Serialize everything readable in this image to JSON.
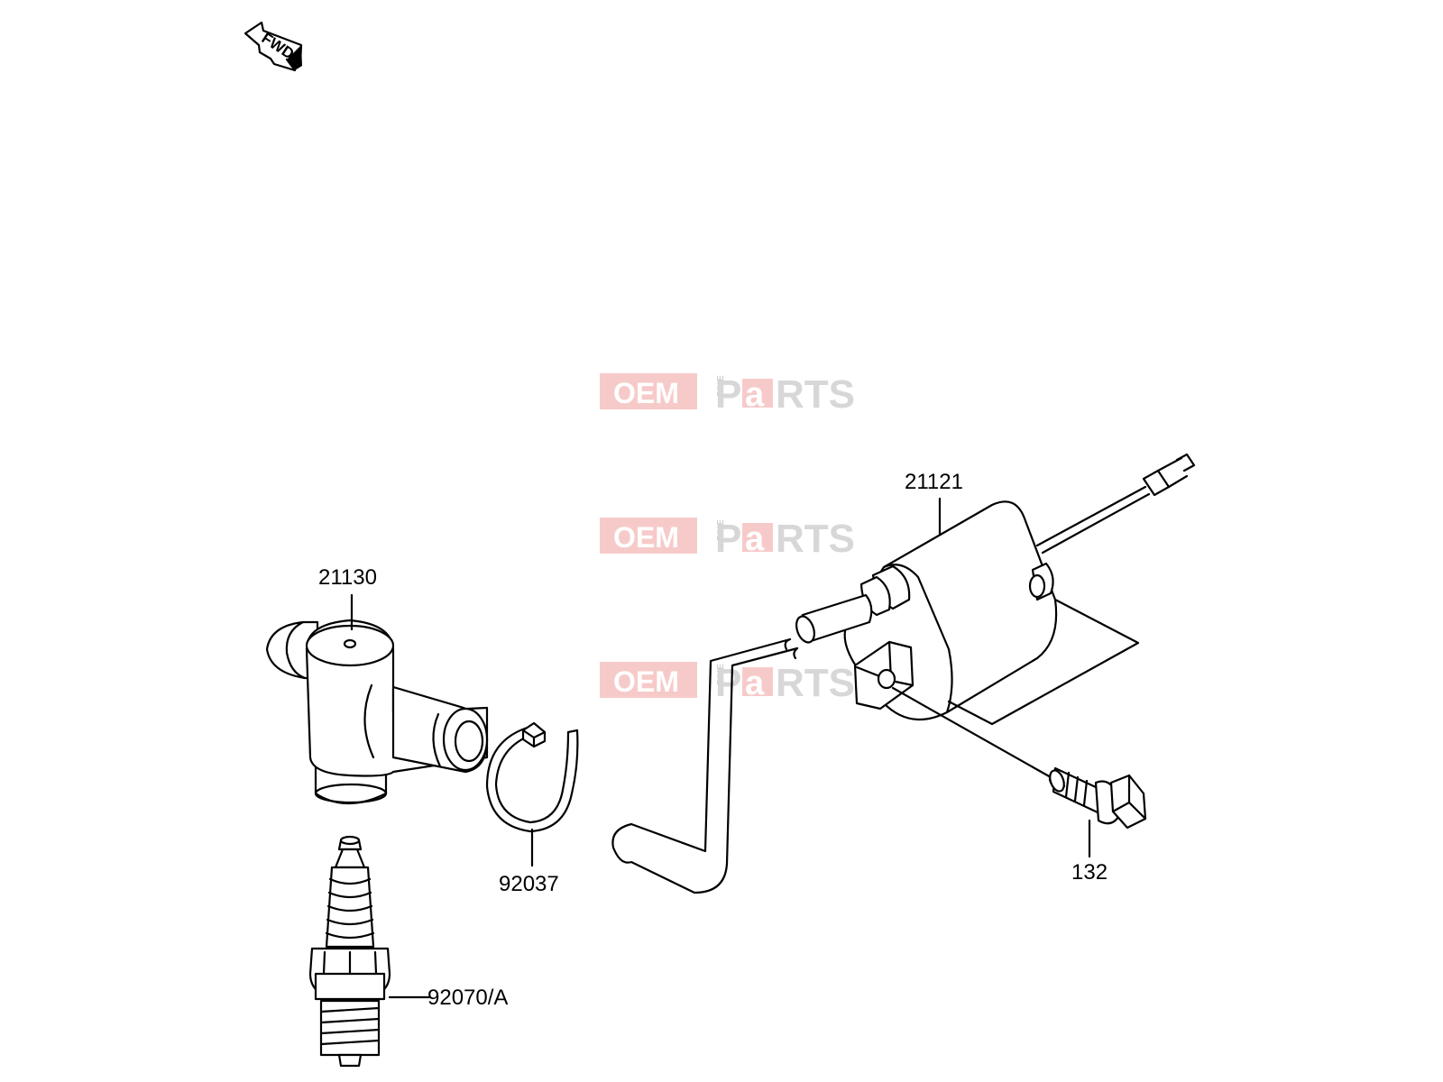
{
  "fwd_arrow": {
    "label": "FWD"
  },
  "watermark": {
    "oem": "OEM",
    "bike": "BIKE",
    "parts_p": "P",
    "parts_a": "a",
    "parts_rts": "RTS",
    "colors": {
      "red": "#e23b3b",
      "grey": "#9a9a9a",
      "light_red": "#f4a8a8"
    }
  },
  "parts": [
    {
      "number": "21121",
      "name": "ignition-coil"
    },
    {
      "number": "21130",
      "name": "spark-plug-cap"
    },
    {
      "number": "92037",
      "name": "clamp"
    },
    {
      "number": "132",
      "name": "flange-bolt"
    },
    {
      "number": "92070/A",
      "name": "spark-plug"
    }
  ]
}
